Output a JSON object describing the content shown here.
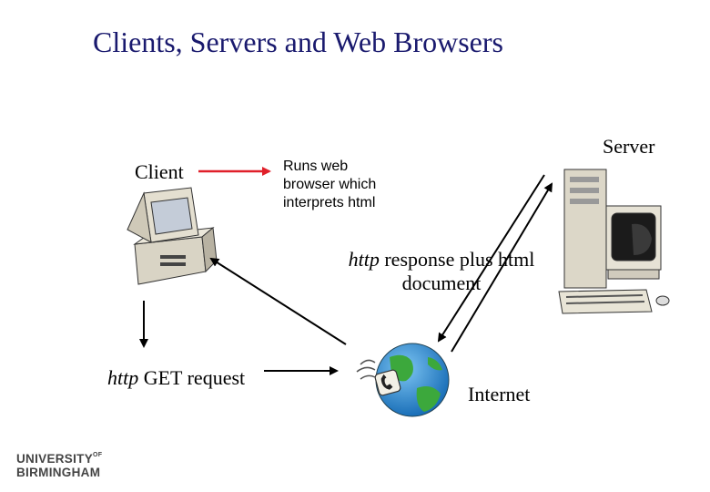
{
  "title": "Clients, Servers and Web Browsers",
  "client": {
    "label": "Client",
    "note": "Runs web\nbrowser which\ninterprets html"
  },
  "server": {
    "label": "Server"
  },
  "response": {
    "label_italic": "http",
    "label_rest": " response plus html",
    "label_line2": "document"
  },
  "request": {
    "label_italic": "http",
    "label_rest": " GET request"
  },
  "internet": {
    "label": "Internet"
  },
  "logo": {
    "line1": "UNIVERSITY",
    "sup": "OF",
    "line2": "BIRMINGHAM"
  },
  "colors": {
    "title": "#1a1a6e",
    "client_arrow": "#e0202a",
    "globe_sea": "#2a8fd6",
    "globe_land": "#3ca83c"
  },
  "icons": [
    "client-computer-icon",
    "server-computer-icon",
    "internet-globe-icon"
  ]
}
